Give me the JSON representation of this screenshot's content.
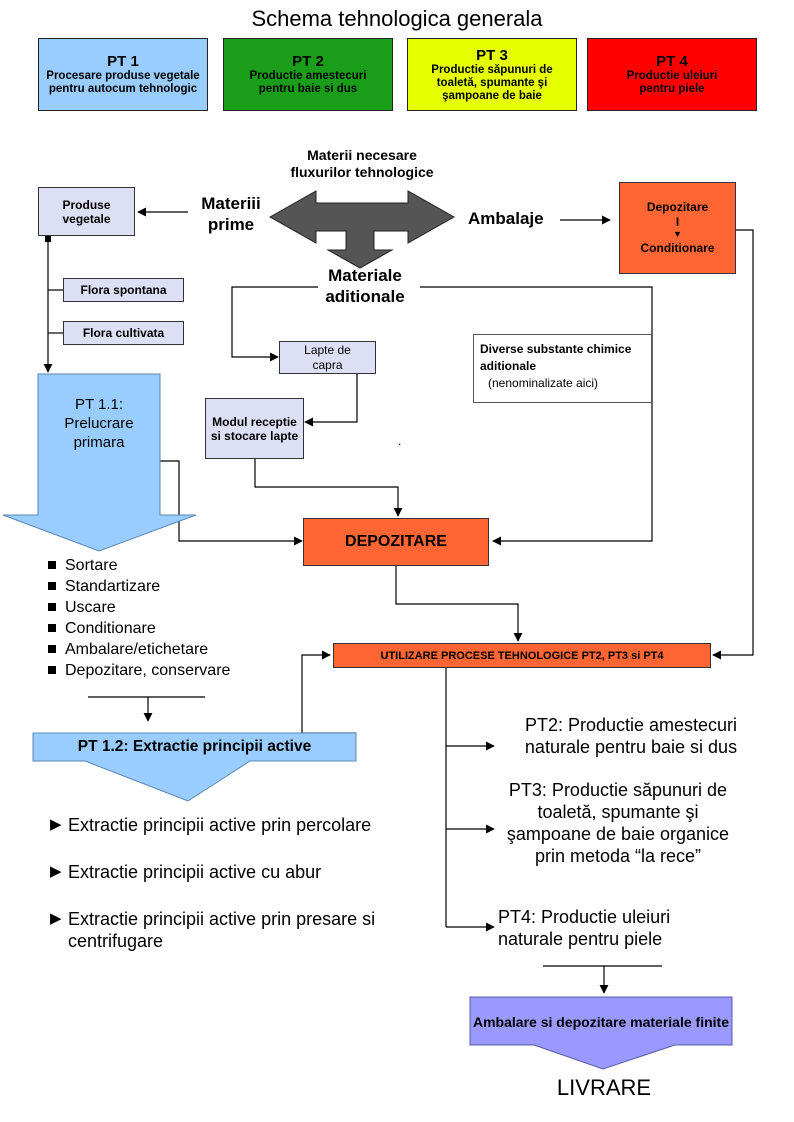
{
  "title": "Schema tehnologica generala",
  "pt_boxes": [
    {
      "code": "PT 1",
      "text": "Procesare produse vegetale pentru autocum tehnologic",
      "color": "#99ccff"
    },
    {
      "code": "PT 2",
      "text": "Productie amestecuri pentru baie si dus",
      "color": "#1a9e1a"
    },
    {
      "code": "PT 3",
      "text": "Productie săpunuri de toaletă, spumante şi şampoane de baie",
      "color": "#e6ff00"
    },
    {
      "code": "PT 4",
      "text": "Productie uleiuri pentru piele",
      "color": "#ff0000"
    }
  ],
  "materials": {
    "top_label": "Materii  necesare fluxurilor tehnologice",
    "left": "Materiii prime",
    "right": "Ambalaje",
    "bottom": "Materiale aditionale"
  },
  "nodes": {
    "produse_vegetale": "Produse vegetale",
    "flora_spontana": "Flora spontana",
    "flora_cultivata": "Flora cultivata",
    "depozitare_conditionare": {
      "line1": "Depozitare",
      "line2": "I",
      "line3": "Conditionare"
    },
    "lapte": "Lapte de capra",
    "modul": "Modul receptie si stocare lapte",
    "diverse": {
      "line1": "Diverse substante chimice aditionale",
      "line2": "(nenominalizate aici)"
    },
    "pt11": "PT 1.1: Prelucrare primara",
    "depozitare": "DEPOZITARE",
    "utilizare": "UTILIZARE PROCESE TEHNOLOGICE PT2, PT3 si PT4",
    "pt12": "PT 1.2: Extractie principii active",
    "ambalare": "Ambalare si depozitare materiale finite",
    "livrare": "LIVRARE"
  },
  "pt11_steps": [
    "Sortare",
    "Standartizare",
    "Uscare",
    "Conditionare",
    "Ambalare/etichetare",
    "Depozitare, conservare"
  ],
  "pt12_steps": [
    "Extractie principii active prin percolare",
    "Extractie principii active cu abur",
    "Extractie principii active prin presare si centrifugare"
  ],
  "outputs": [
    "PT2: Productie amestecuri naturale  pentru baie si dus",
    "PT3: Productie săpunuri de toaletă, spumante şi şampoane de baie organice prin metoda “la rece”",
    "PT4: Productie uleiuri naturale pentru piele"
  ],
  "stray_mark": ".",
  "colors": {
    "light_box": "#dde0f5",
    "orange": "#ff6633",
    "blue_process": "#99ccff",
    "violet": "#9999ff",
    "gray_arrow": "#555555"
  }
}
